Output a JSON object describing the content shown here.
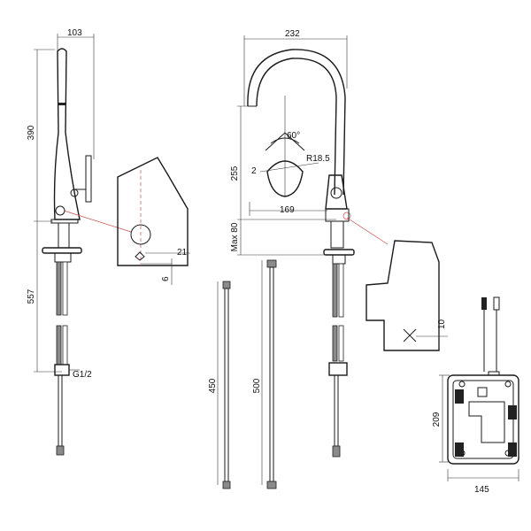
{
  "dimensions": {
    "tap_left_width": "103",
    "tap_left_height": "390",
    "tap_left_lower": "557",
    "thread": "G1/2",
    "detail_left_a": "21",
    "detail_left_b": "6",
    "tap_right_width": "232",
    "angle": "60°",
    "radius": "R18.5",
    "offset": "2",
    "height_spout": "255",
    "reach": "169",
    "max_deck": "Max 80",
    "hose_1": "450",
    "hose_2": "500",
    "detail_right": "10",
    "box_height": "209",
    "box_width": "145"
  }
}
